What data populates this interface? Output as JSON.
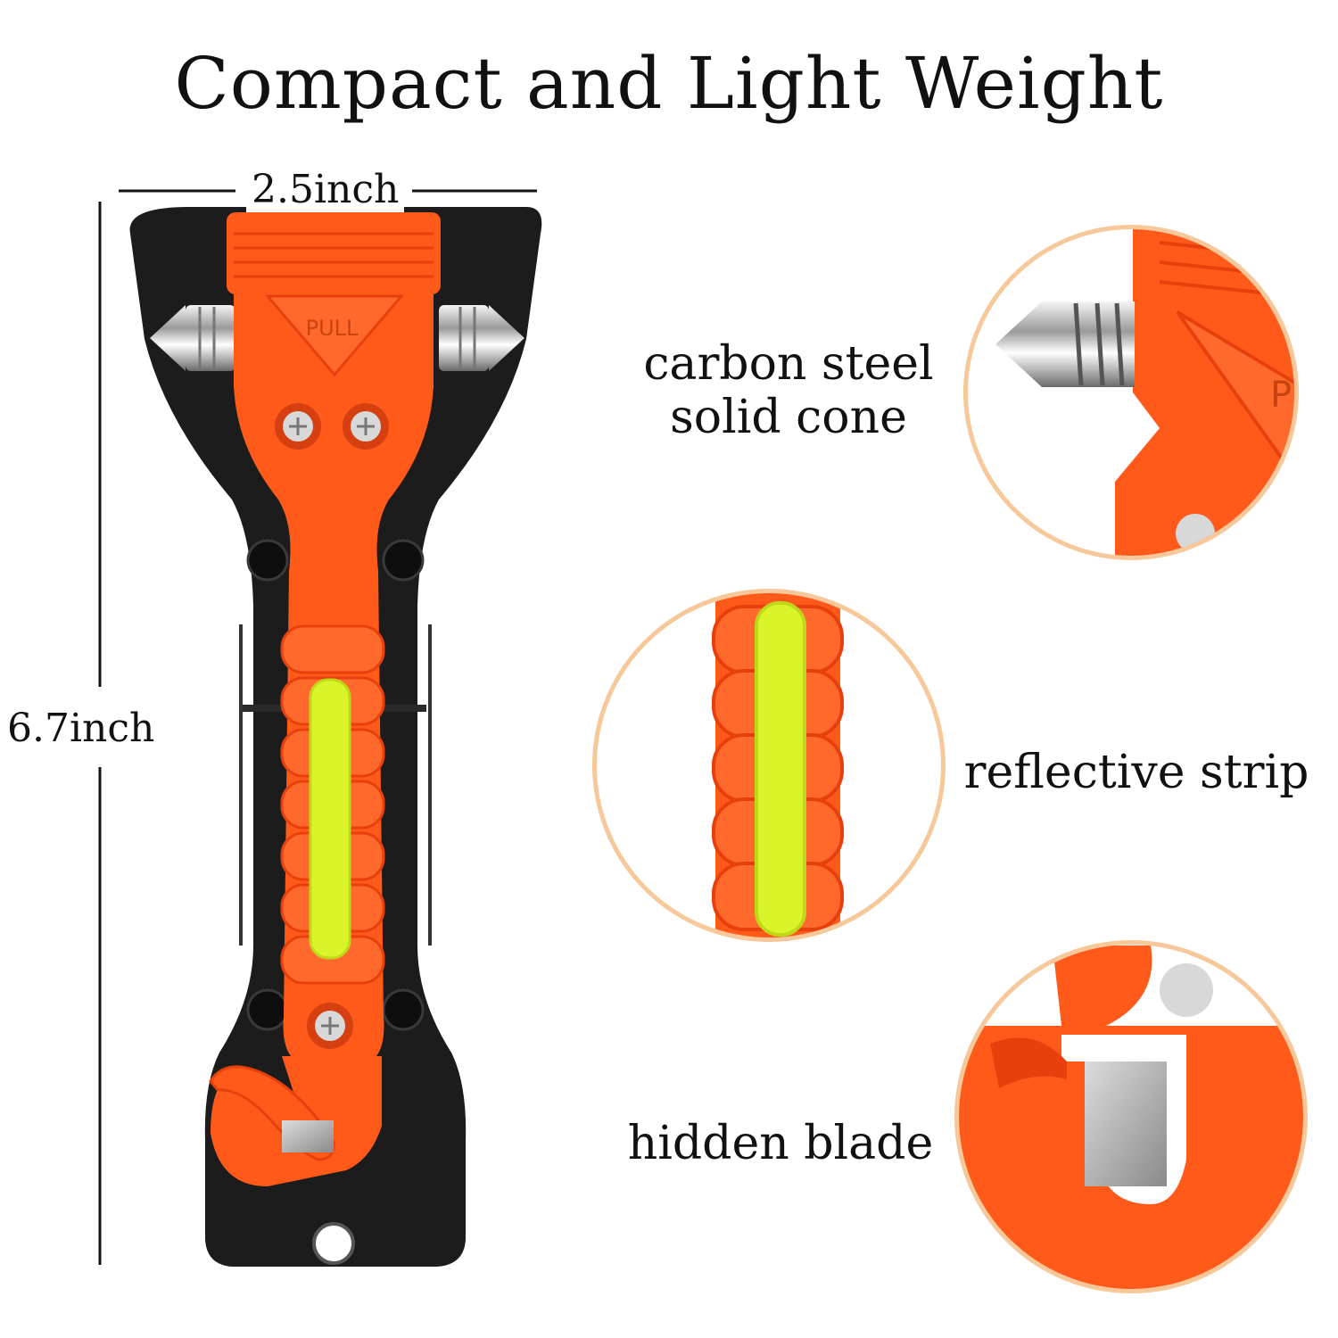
{
  "title": "Compact and Light Weight",
  "dimensions": {
    "width": "2.5inch",
    "height": "6.7inch"
  },
  "product": {
    "pull_text": "PULL",
    "zoom_pull_text": "PU"
  },
  "features": [
    {
      "lines": [
        "carbon steel",
        "solid cone"
      ]
    },
    {
      "lines": [
        "reflective strip"
      ]
    },
    {
      "lines": [
        "hidden blade"
      ]
    }
  ],
  "colors": {
    "orange": "#ff5a1a",
    "orange_dark": "#e8400c",
    "black_body": "#1c1c1c",
    "reflective": "#d9f52a",
    "circle_border": "#f6c89a"
  }
}
